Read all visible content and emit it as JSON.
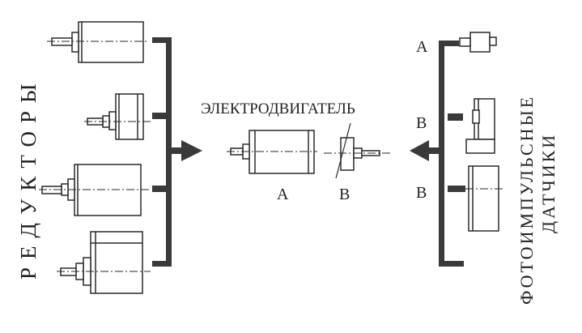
{
  "labels": {
    "reducers": "РЕДУКТОРЫ",
    "motor": "ЭЛЕКТРОДВИГАТЕЛЬ",
    "photo_pulse": "ФОТОИМПУЛЬСНЫЕ",
    "sensors": "ДАТЧИКИ",
    "motor_a": "А",
    "motor_b": "В",
    "sensor_a": "А",
    "sensor_b1": "В",
    "sensor_b2": "В"
  },
  "colors": {
    "ink": "#2a2a2a",
    "bar": "#3a3a3a",
    "panel": "#ffffff"
  }
}
